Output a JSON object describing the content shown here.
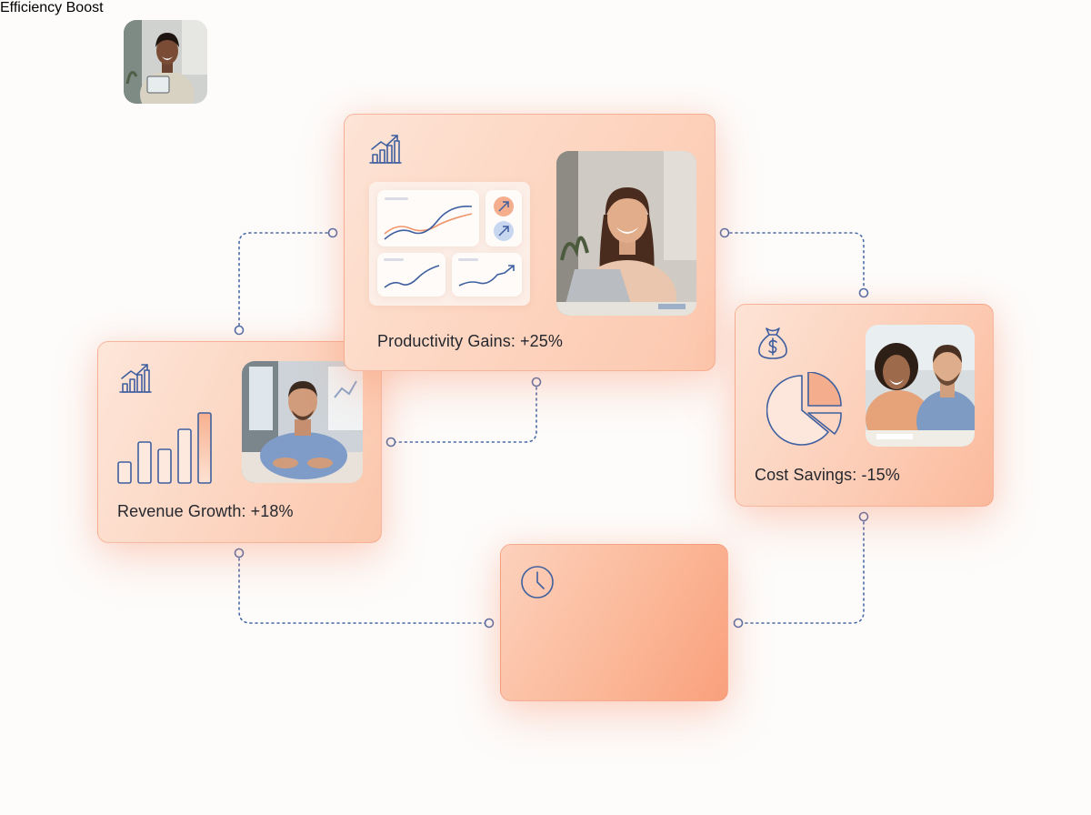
{
  "cards": {
    "productivity": {
      "label": "Productivity Gains: +25%"
    },
    "revenue": {
      "label": "Revenue Growth: +18%"
    },
    "cost": {
      "label": "Cost Savings: -15%"
    },
    "efficiency": {
      "label": "Efficiency Boost"
    }
  },
  "colors": {
    "accent_blue": "#3f5f9f",
    "accent_orange": "#f0956a",
    "connector": "#4a6aa8"
  },
  "icons": {
    "productivity": "trend-chart-icon",
    "revenue": "trend-chart-icon",
    "cost": "money-bag-icon",
    "efficiency": "clock-icon"
  }
}
